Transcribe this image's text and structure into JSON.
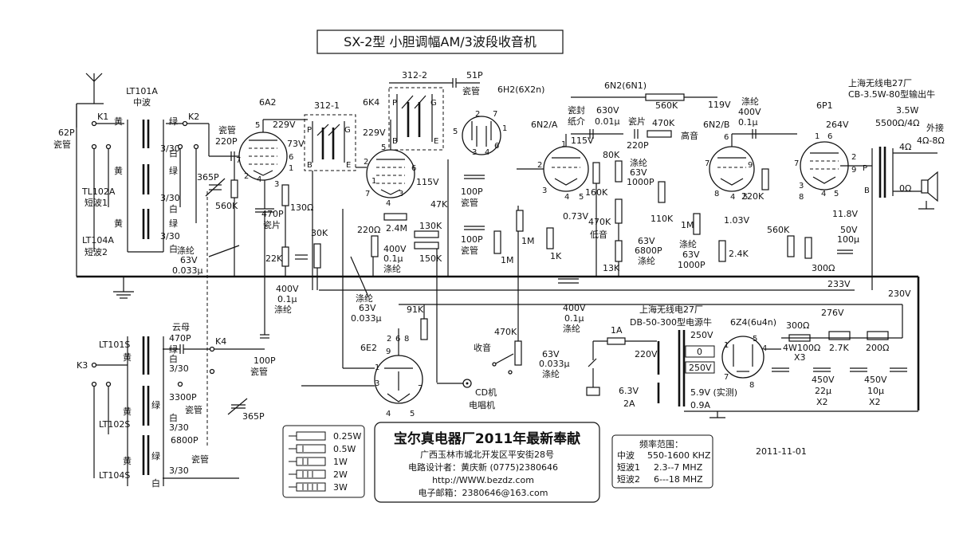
{
  "title": "SX-2型 小胆调幅AM/3波段收音机",
  "date": "2011-11-01",
  "tubes": {
    "v1": "6A2",
    "v2": "6K4",
    "v3": "6H2(6X2n)",
    "v4a": "6N2/A",
    "v4b": "6N2/B",
    "v4": "6N2(6N1)",
    "v5": "6P1",
    "v6": "6E2",
    "v7": "6Z4(6u4n)"
  },
  "ifts": {
    "a": "312-1",
    "b": "312-2"
  },
  "coils": {
    "lt101a": "LT101A",
    "lt101a_band": "中波",
    "tl102a": "TL102A",
    "tl102a_band": "短波1",
    "lt104a": "LT104A",
    "lt104a_band": "短波2",
    "lt101s": "LT101S",
    "lt102s": "LT102S",
    "lt104s": "LT104S"
  },
  "wire_colors": {
    "yellow": "黄",
    "green": "绿",
    "white": "白"
  },
  "switches": {
    "k1": "K1",
    "k2": "K2",
    "k3": "K3",
    "k4": "K4"
  },
  "components": {
    "c62p": "62P",
    "c62p_type": "瓷管",
    "c220p": "220P",
    "c220p_type": "瓷管",
    "c365p_a": "365P",
    "r560k_a": "560K",
    "c470p_a": "470P",
    "c470p_a_type": "瓷片",
    "r130": "130Ω",
    "r22k": "22K",
    "r30k": "30K",
    "c033_a_type": "涤纶",
    "c033_a_v": "63V",
    "c033_a_val": "0.033μ",
    "c01_a": "400V",
    "c01_a_val": "0.1μ",
    "c01_a_type": "涤纶",
    "r2m4": "2.4M",
    "r220": "220Ω",
    "c01_b_v": "400V",
    "c01_b_val": "0.1μ",
    "c01_b_type": "涤纶",
    "r130k": "130K",
    "r150k": "150K",
    "r47k": "47K",
    "c100p_a": "100P",
    "c100p_a_type": "瓷管",
    "c100p_b": "100P",
    "c100p_b_type": "瓷管",
    "r1m_a": "1M",
    "c51p": "51P",
    "c51p_type": "瓷管",
    "c033_b_type": "涤纶",
    "c033_b_v": "63V",
    "c033_b_val": "0.033μ",
    "r91k": "91K",
    "r1m_b": "1M",
    "r1k": "1K",
    "r160k": "160K",
    "c630": "630V",
    "c630_val": "0.01μ",
    "c630_type1": "瓷封",
    "c630_type2": "纸介",
    "r80k": "80K",
    "c220p_b": "220P",
    "c220p_b_type": "瓷片",
    "r560k_b": "560K",
    "pot470k": "470K",
    "treble": "高音",
    "c1000p_a_type": "涤纶",
    "c1000p_a_v": "63V",
    "c1000p_a": "1000P",
    "pot470k_b": "470K",
    "bass": "低音",
    "r110k": "110K",
    "r13k": "13K",
    "c6800p_v": "63V",
    "c6800p": "6800P",
    "c6800p_type": "涤纶",
    "c1000p_b_type": "涤纶",
    "c1000p_b_v": "63V",
    "c1000p_b": "1000P",
    "r1m_c": "1M",
    "r2k4": "2.4K",
    "r220k": "220K",
    "c400v_type": "涤纶",
    "c400v": "400V",
    "c400v_val": "0.1μ",
    "r560k_c": "560K",
    "c100u_v": "50V",
    "c100u": "100μ",
    "r300": "300Ω",
    "c01_c_v": "400V",
    "c01_c_val": "0.1μ",
    "c01_c_type": "涤纶",
    "vol_pot": "470K",
    "vol_label": "收音",
    "c033_c_v": "63V",
    "c033_c_val": "0.033μ",
    "c033_c_type": "涤纶",
    "cd_label1": "CD机",
    "cd_label2": "电唱机",
    "mica": "云母",
    "c470p_b": "470P",
    "c100p_c": "100P",
    "c100p_c_type": "瓷管",
    "c365p_b": "365P",
    "c3300p": "3300P",
    "c3300p_type": "瓷管",
    "c6800p_b": "6800P",
    "c6800p_b_type": "瓷管"
  },
  "voltages": {
    "v229a": "229V",
    "v73": "73V",
    "v229b": "229V",
    "v115a": "115V",
    "v115b": "115V",
    "v073": "0.73V",
    "v119": "119V",
    "v103": "1.03V",
    "v264": "264V",
    "v118": "11.8V",
    "v233": "233V",
    "v230": "230V",
    "v276": "276V",
    "v250a": "250V",
    "v250b": "250V",
    "v220": "220V",
    "v63": "6.3V",
    "v2a": "2A",
    "v59": "5.9V  (实测)",
    "v0": "0",
    "v09a": "0.9A"
  },
  "output": {
    "xfmr_maker": "上海无线电27厂",
    "xfmr_model": "CB-3.5W-80型输出牛",
    "power": "3.5W",
    "imp": "5500Ω/4Ω",
    "ext": "外接",
    "ext_range": "4Ω-8Ω",
    "t4": "4Ω",
    "t0": "0Ω",
    "p": "P",
    "b": "B"
  },
  "power_supply": {
    "maker": "上海无线电27厂",
    "model": "DB-50-300型电源牛",
    "fuse": "1A",
    "r300w": "300Ω",
    "r300w_rating": "4W100Ω",
    "x3": "X3",
    "r27k": "2.7K",
    "r200": "200Ω",
    "c22_v": "450V",
    "c22": "22μ",
    "c22_x": "X2",
    "c10_v": "450V",
    "c10": "10μ",
    "c10_x": "X2"
  },
  "legend": {
    "items": [
      "0.25W",
      "0.5W",
      "1W",
      "2W",
      "3W"
    ]
  },
  "company": {
    "name": "宝尔真电器厂2011年最新奉献",
    "address": "广西玉林市城北开发区平安街28号",
    "designer": "电路设计者：黄庆新   (0775)2380646",
    "url": "http://WWW.bezdz.com",
    "email": "电子邮箱：2380646@163.com"
  },
  "freq": {
    "title": "频率范围：",
    "rows": [
      {
        "band": "中波",
        "range": "550-1600 KHZ"
      },
      {
        "band": "短波1",
        "range": "2.3--7 MHZ"
      },
      {
        "band": "短波2",
        "range": "6---18 MHZ"
      }
    ]
  }
}
